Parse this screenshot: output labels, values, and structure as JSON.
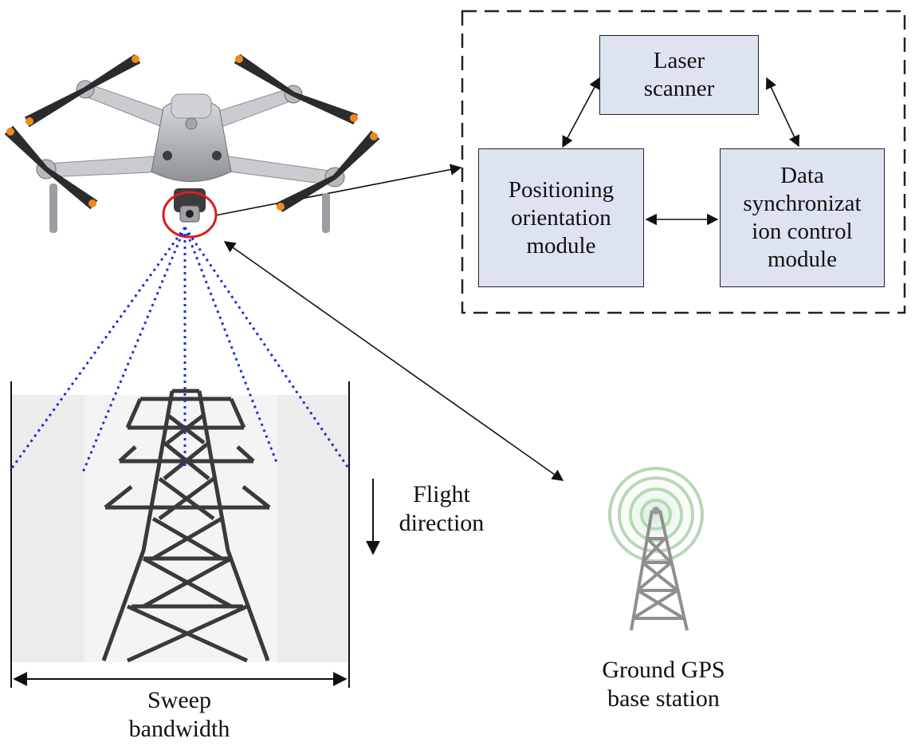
{
  "system_boxes": {
    "laser_scanner": "Laser\nscanner",
    "positioning_module": "Positioning\norientation\nmodule",
    "data_sync_module": "Data\nsynchronizat\nion control\nmodule"
  },
  "labels": {
    "flight_direction": "Flight\ndirection",
    "sweep_bandwidth": "Sweep\nbandwidth",
    "ground_gps": "Ground GPS\nbase station"
  },
  "colors": {
    "box_fill": "#dde3f0",
    "scan_lines": "#1f2fd6",
    "highlight_circle": "#e01b1b",
    "propeller_tip": "#f08a1c"
  }
}
